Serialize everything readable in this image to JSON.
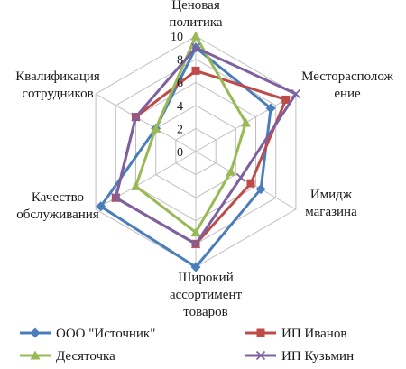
{
  "chart_data": {
    "type": "radar",
    "title": "",
    "axes": [
      [
        "Ценовая",
        "политика"
      ],
      [
        "Месторасполож",
        "ение"
      ],
      [
        "Имидж",
        "магазина"
      ],
      [
        "Широкий",
        "ассортимент",
        "товаров"
      ],
      [
        "Качество",
        "обслуживания"
      ],
      [
        "Квалификация",
        "сотрудников"
      ]
    ],
    "range": [
      0,
      10
    ],
    "ticks": [
      "0",
      "2",
      "4",
      "6",
      "8",
      "10"
    ],
    "grid": true,
    "legend_position": "bottom",
    "series": [
      {
        "name": "ООО  \"Источник\"",
        "color": "#4a7ebb",
        "marker": "diamond",
        "values": [
          9,
          7.5,
          6.5,
          10,
          9.5,
          4
        ]
      },
      {
        "name": "ИП Иванов",
        "color": "#be4b48",
        "marker": "square",
        "values": [
          7,
          9,
          5.5,
          8,
          8,
          6
        ]
      },
      {
        "name": "Десяточка",
        "color": "#98b954",
        "marker": "triangle",
        "values": [
          10,
          5,
          3.5,
          7,
          6,
          4
        ]
      },
      {
        "name": "ИП Кузьмин",
        "color": "#7d60a0",
        "marker": "cross",
        "values": [
          9,
          10,
          4.5,
          8,
          8,
          6
        ]
      }
    ]
  }
}
